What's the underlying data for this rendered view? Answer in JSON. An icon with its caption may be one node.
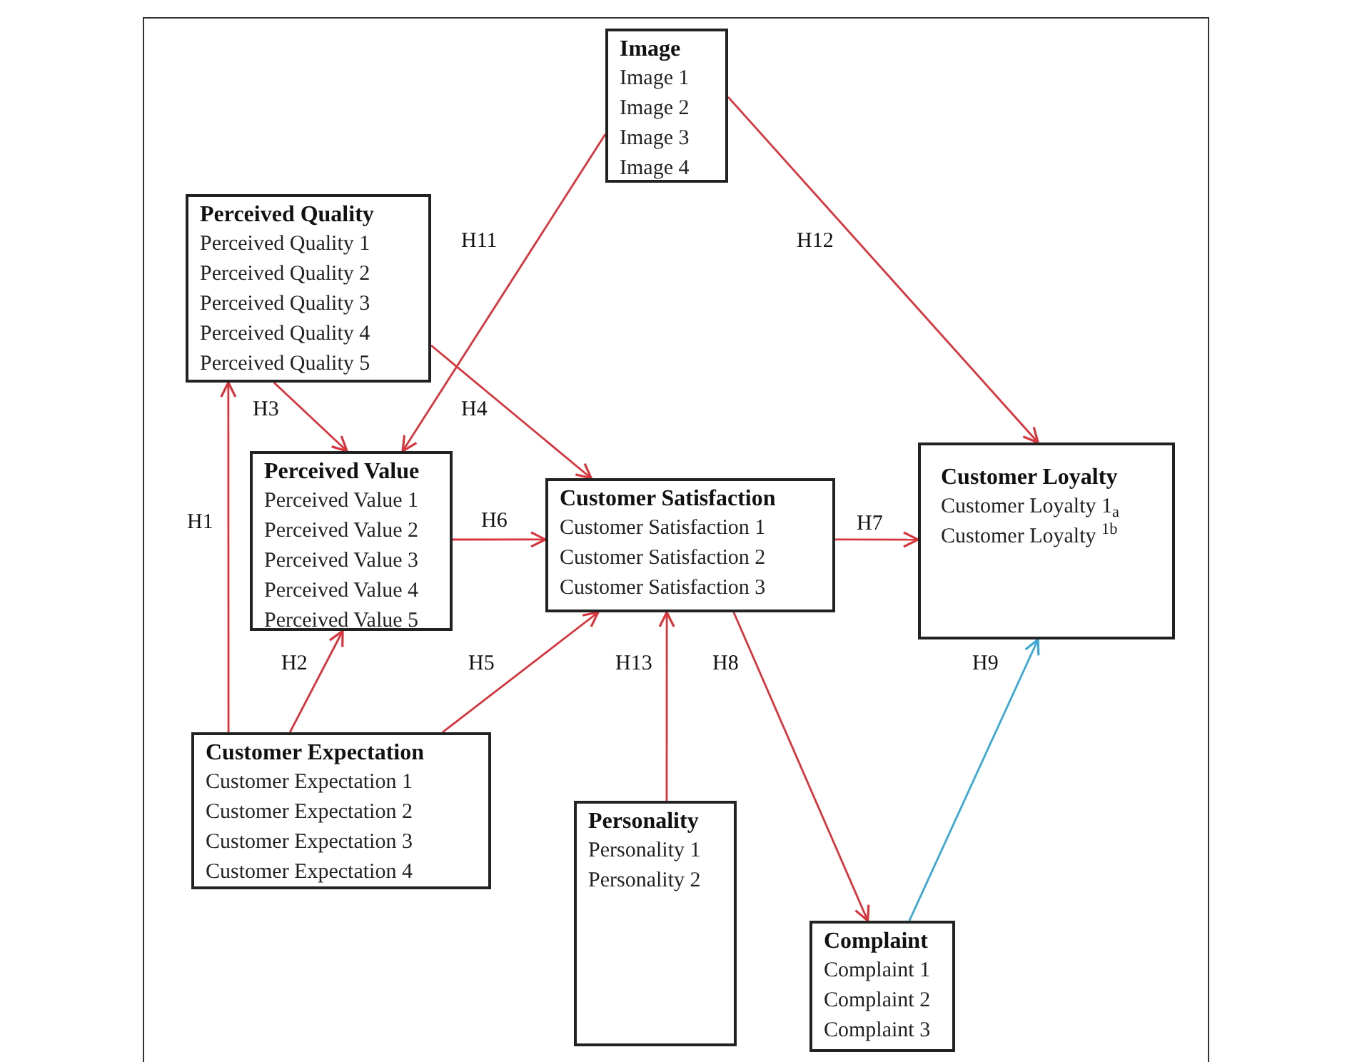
{
  "diagram": {
    "nodes": [
      {
        "text": [
          "Image",
          "Image 1",
          "Image 2",
          "Image 3",
          "Image 4"
        ]
      },
      {
        "text": [
          "Perceived Quality",
          "Perceived Quality 1",
          "Perceived Quality 2",
          "Perceived Quality 3",
          "Perceived Quality 4",
          "Perceived Quality 5"
        ]
      },
      {
        "text": [
          "Perceived Value",
          "Perceived Value 1",
          "Perceived Value 2",
          "Perceived Value 3",
          "Perceived Value 4",
          "Perceived Value 5"
        ]
      },
      {
        "text": [
          "Customer Satisfaction",
          "Customer Satisfaction 1",
          "Customer Satisfaction 2",
          "Customer Satisfaction 3"
        ]
      },
      {
        "text": [
          "Customer Loyalty",
          "Customer Loyalty 1$_{a}$",
          "Customer Loyalty $^{1b}$"
        ]
      },
      {
        "text": [
          "Customer Expectation",
          "Customer Expectation 1",
          "Customer Expectation 2",
          "Customer Expectation 3",
          "Customer Expectation 4"
        ]
      },
      {
        "text": [
          "Personality",
          "Personality 1",
          "Personality 2"
        ]
      },
      {
        "text": [
          "Complaint",
          "Complaint 1",
          "Complaint 2",
          "Complaint 3"
        ]
      }
    ],
    "edges": [
      {
        "from": 5,
        "to": 1,
        "arrow": "to",
        "label": "H1"
      },
      {
        "from": 5,
        "to": 2,
        "arrow": "to",
        "label": "H2"
      },
      {
        "from": 1,
        "to": 2,
        "arrow": "to",
        "label": "H3"
      },
      {
        "from": 1,
        "to": 3,
        "arrow": "to",
        "label": "H4"
      },
      {
        "from": 5,
        "to": 3,
        "arrow": "to",
        "label": "H5"
      },
      {
        "from": 2,
        "to": 3,
        "arrow": "to",
        "label": "H6"
      },
      {
        "from": 3,
        "to": 4,
        "arrow": "to",
        "label": "H7"
      },
      {
        "from": 3,
        "to": 7,
        "arrow": "to",
        "label": "H8"
      },
      {
        "from": 7,
        "to": 4,
        "arrow": "to",
        "label": "H9",
        "color": "#3aa8d4"
      },
      {
        "from": 0,
        "to": 2,
        "arrow": "to",
        "label": "H11"
      },
      {
        "from": 0,
        "to": 4,
        "arrow": "to",
        "label": "H12"
      },
      {
        "from": 6,
        "to": 3,
        "arrow": "to",
        "label": "H13"
      }
    ]
  }
}
